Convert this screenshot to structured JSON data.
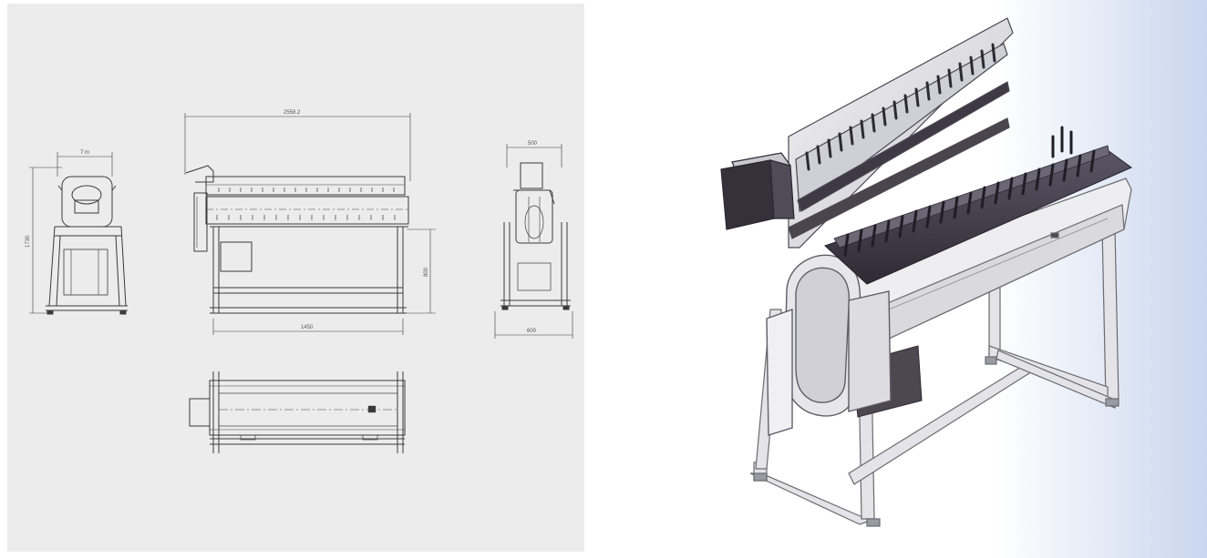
{
  "drawing": {
    "view_side_left": {
      "width_label": "7 m",
      "height_label": "1730"
    },
    "view_front": {
      "overall_length_label": "2558.2",
      "frame_length_label": "1450",
      "frame_height_label": "800"
    },
    "view_side_right": {
      "top_width_label": "500",
      "base_width_label": "600"
    },
    "view_top": {}
  },
  "render": {},
  "colors": {
    "sheet_bg": "#ececec",
    "line": "#3a3a3a",
    "metal_light": "#d8d8dc",
    "metal_dark": "#3b3845",
    "sky": "#c6d4ee"
  }
}
